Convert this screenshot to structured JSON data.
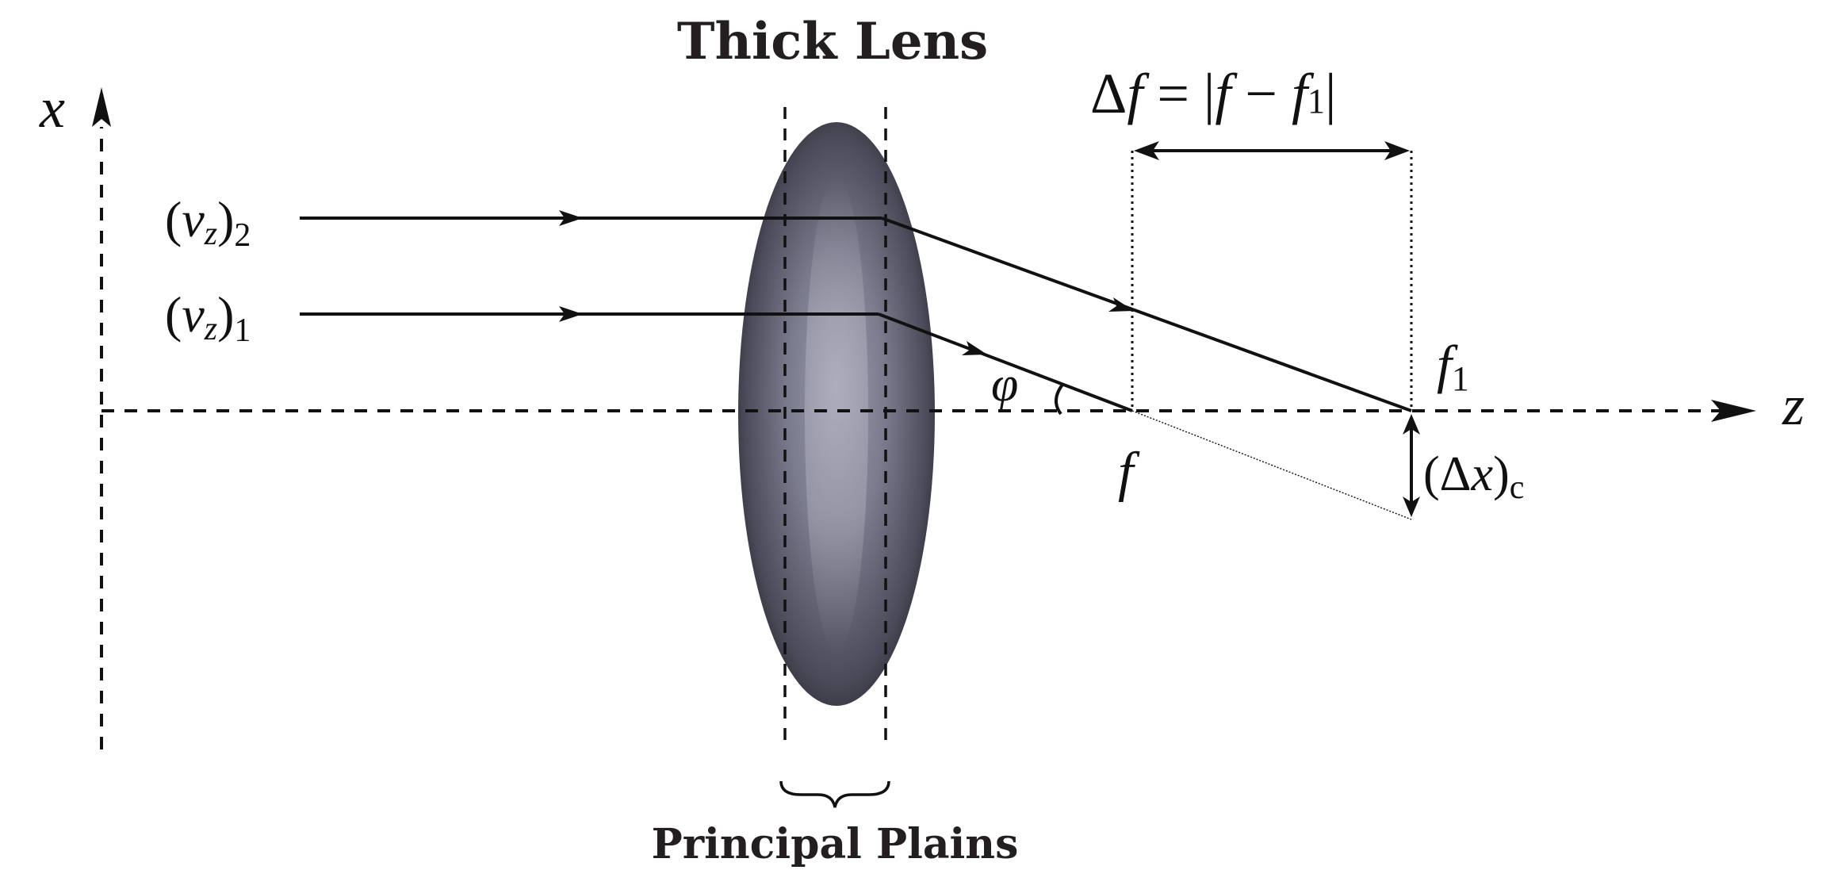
{
  "title": "Thick Lens",
  "formula": {
    "delta": "Δ",
    "f": "f",
    "eq": " = |",
    "f2": "f",
    "minus": " − ",
    "f1": "f",
    "sub1": "1",
    "close": "|"
  },
  "axis_x_label": "x",
  "axis_z_label": "z",
  "ray2_label": {
    "open": "(",
    "v": "v",
    "sub_z": "z",
    "close": ")",
    "sub": "2"
  },
  "ray1_label": {
    "open": "(",
    "v": "v",
    "sub_z": "z",
    "close": ")",
    "sub": "1"
  },
  "angle_label": "φ",
  "focus_f_label": "f",
  "focus_f1_label": {
    "f": "f",
    "sub": "1"
  },
  "delta_x_label": {
    "open": "(Δ",
    "x": "x",
    "close": ")",
    "sub": "c"
  },
  "principal_planes_label": "Principal Plains",
  "colors": {
    "lens_dark": "#2e2e3a",
    "lens_light": "#9a9aae",
    "ink": "#111111"
  }
}
